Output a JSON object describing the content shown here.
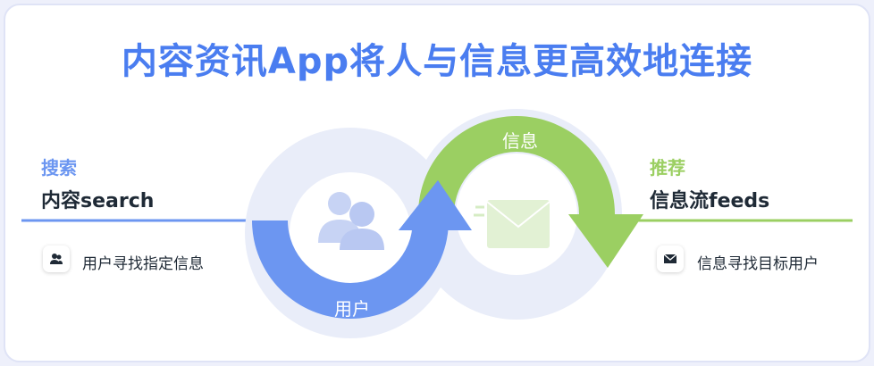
{
  "title": "内容资讯App将人与信息更高效地连接",
  "left": {
    "heading": "搜索",
    "title": "内容search",
    "caption": "用户寻找指定信息"
  },
  "right": {
    "heading": "推荐",
    "title": "信息流feeds",
    "caption": "信息寻找目标用户"
  },
  "loop": {
    "top_label": "信息",
    "bottom_label": "用户"
  },
  "colors": {
    "blue": "#6c96f1",
    "green": "#9bcf62",
    "title": "#4a7df0",
    "ring": "#e8ecf8"
  },
  "icons": {
    "left_chip": "users-icon",
    "right_chip": "envelope-icon",
    "center_left": "users-icon",
    "center_right": "envelope-icon"
  }
}
